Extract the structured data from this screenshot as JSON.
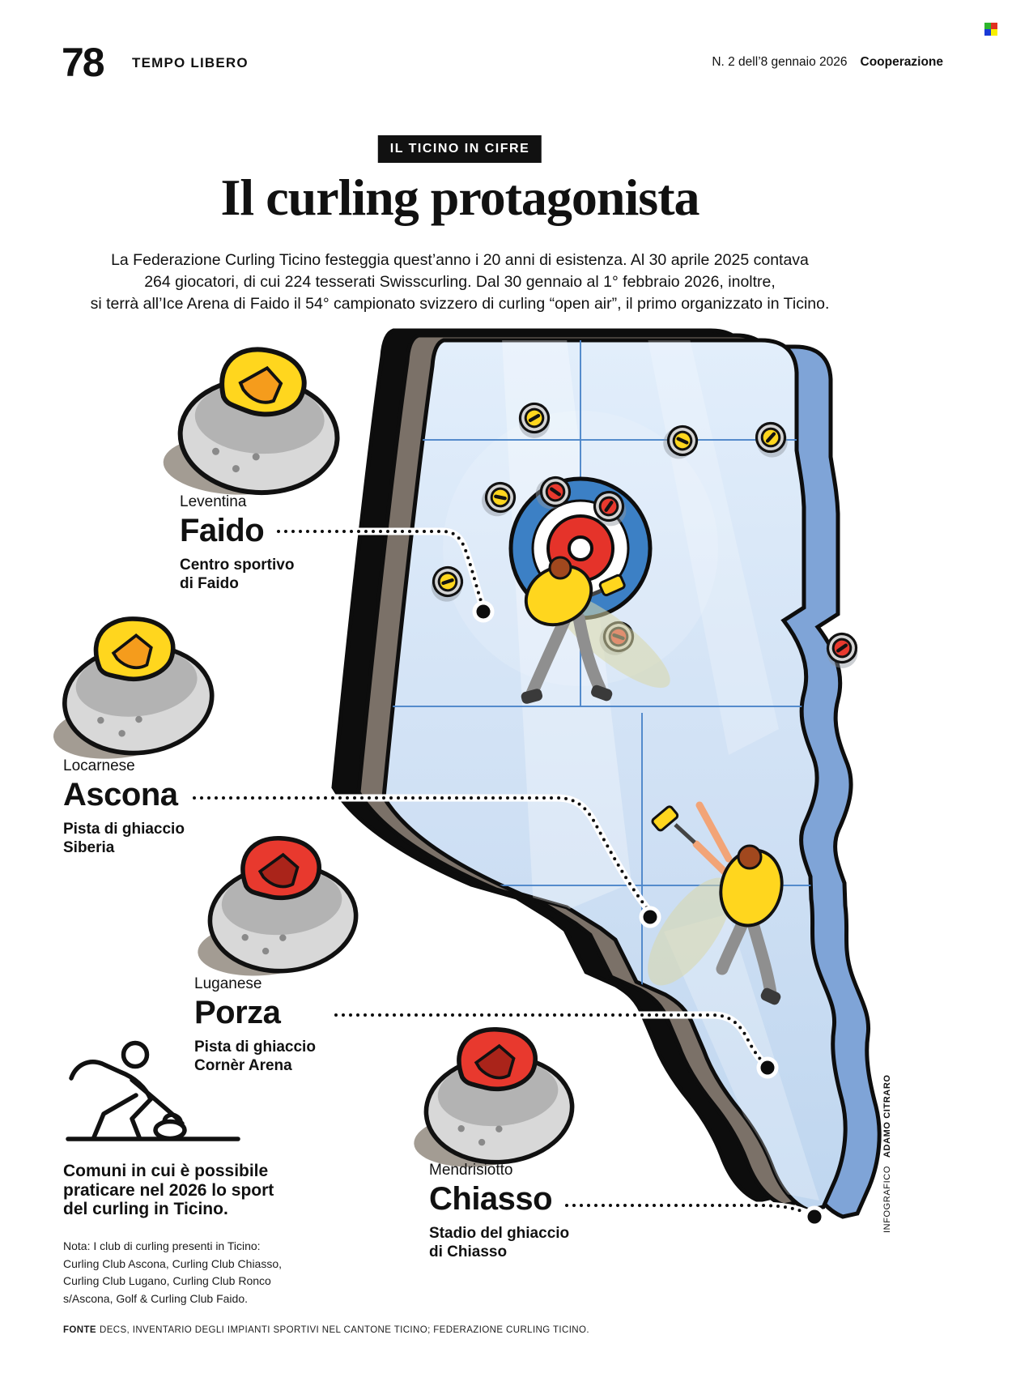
{
  "header": {
    "page_number": "78",
    "section": "TEMPO LIBERO",
    "issue": "N. 2 dell’8 gennaio 2026",
    "brand": "Cooperazione"
  },
  "badge": "IL TICINO IN CIFRE",
  "title": "Il curling protagonista",
  "intro": [
    "La Federazione Curling Ticino festeggia quest’anno i 20 anni di esistenza. Al 30 aprile 2025 contava",
    "264 giocatori, di cui 224 tesserati Swisscurling. Dal 30 gennaio al 1° febbraio 2026, inoltre,",
    "si terrà all’Ice Arena di Faido il 54° campionato svizzero di curling “open air”, il primo organizzato in Ticino."
  ],
  "locations": [
    {
      "region": "Leventina",
      "city": "Faido",
      "venue_lines": [
        "Centro sportivo",
        "di Faido"
      ]
    },
    {
      "region": "Locarnese",
      "city": "Ascona",
      "venue_lines": [
        "Pista di ghiaccio",
        "Siberia"
      ]
    },
    {
      "region": "Luganese",
      "city": "Porza",
      "venue_lines": [
        "Pista di ghiaccio",
        "Cornèr Arena"
      ]
    },
    {
      "region": "Mendrisiotto",
      "city": "Chiasso",
      "venue_lines": [
        "Stadio del ghiaccio",
        "di Chiasso"
      ]
    }
  ],
  "legend": {
    "caption_lines": [
      "Comuni in cui è possibile",
      "praticare nel 2026 lo sport",
      "del curling in Ticino."
    ]
  },
  "note_lines": [
    "Nota: I club di curling presenti in Ticino:",
    "Curling Club Ascona, Curling Club Chiasso,",
    "Curling Club Lugano, Curling Club Ronco",
    "s/Ascona, Golf & Curling Club Faido."
  ],
  "source": {
    "label": "FONTE",
    "text": "DECS, INVENTARIO DEGLI IMPIANTI SPORTIVI NEL CANTONE TICINO; FEDERAZIONE CURLING TICINO."
  },
  "credit": {
    "role": "INFOGRAFICO",
    "name": "ADAMO CITRARO"
  },
  "colors": {
    "accent_yellow": "#FFD61E",
    "accent_red": "#E8392E",
    "map_blue_band": "#7FA4D7",
    "ice_light": "#DDEBFA",
    "ice_dark": "#C2D8F0",
    "house_blue": "#3C80C5",
    "extrusion_gray": "#7B7168",
    "ink": "#111111",
    "mark_green": "#2DB52D",
    "mark_red": "#E03020",
    "mark_blue": "#1A3AD6",
    "mark_yellow": "#F8EF00"
  }
}
